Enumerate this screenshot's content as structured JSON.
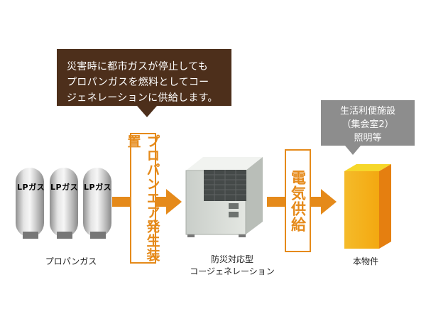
{
  "callout": {
    "lines": [
      "災害時に都市ガスが停止しても",
      "プロパンガスを燃料としてコー",
      "ジェネレーションに供給します。"
    ]
  },
  "labels": {
    "generator": "プロパンエア発生装置",
    "power_supply": "電気供給"
  },
  "utilities_callout": {
    "lines": [
      "生活利便施設",
      "（集会室2）",
      "照明等"
    ]
  },
  "tanks": [
    {
      "label": "LPガス"
    },
    {
      "label": "LPガス"
    },
    {
      "label": "LPガス"
    }
  ],
  "captions": {
    "propane": "プロパンガス",
    "cogeneration": [
      "防災対応型",
      "コージェネレーション"
    ],
    "property": "本物件"
  },
  "colors": {
    "callout_bg": "#4d2f1b",
    "accent_orange": "#e58a1a",
    "utilities_bg": "#8d8d8d",
    "building": "#f2a712"
  }
}
